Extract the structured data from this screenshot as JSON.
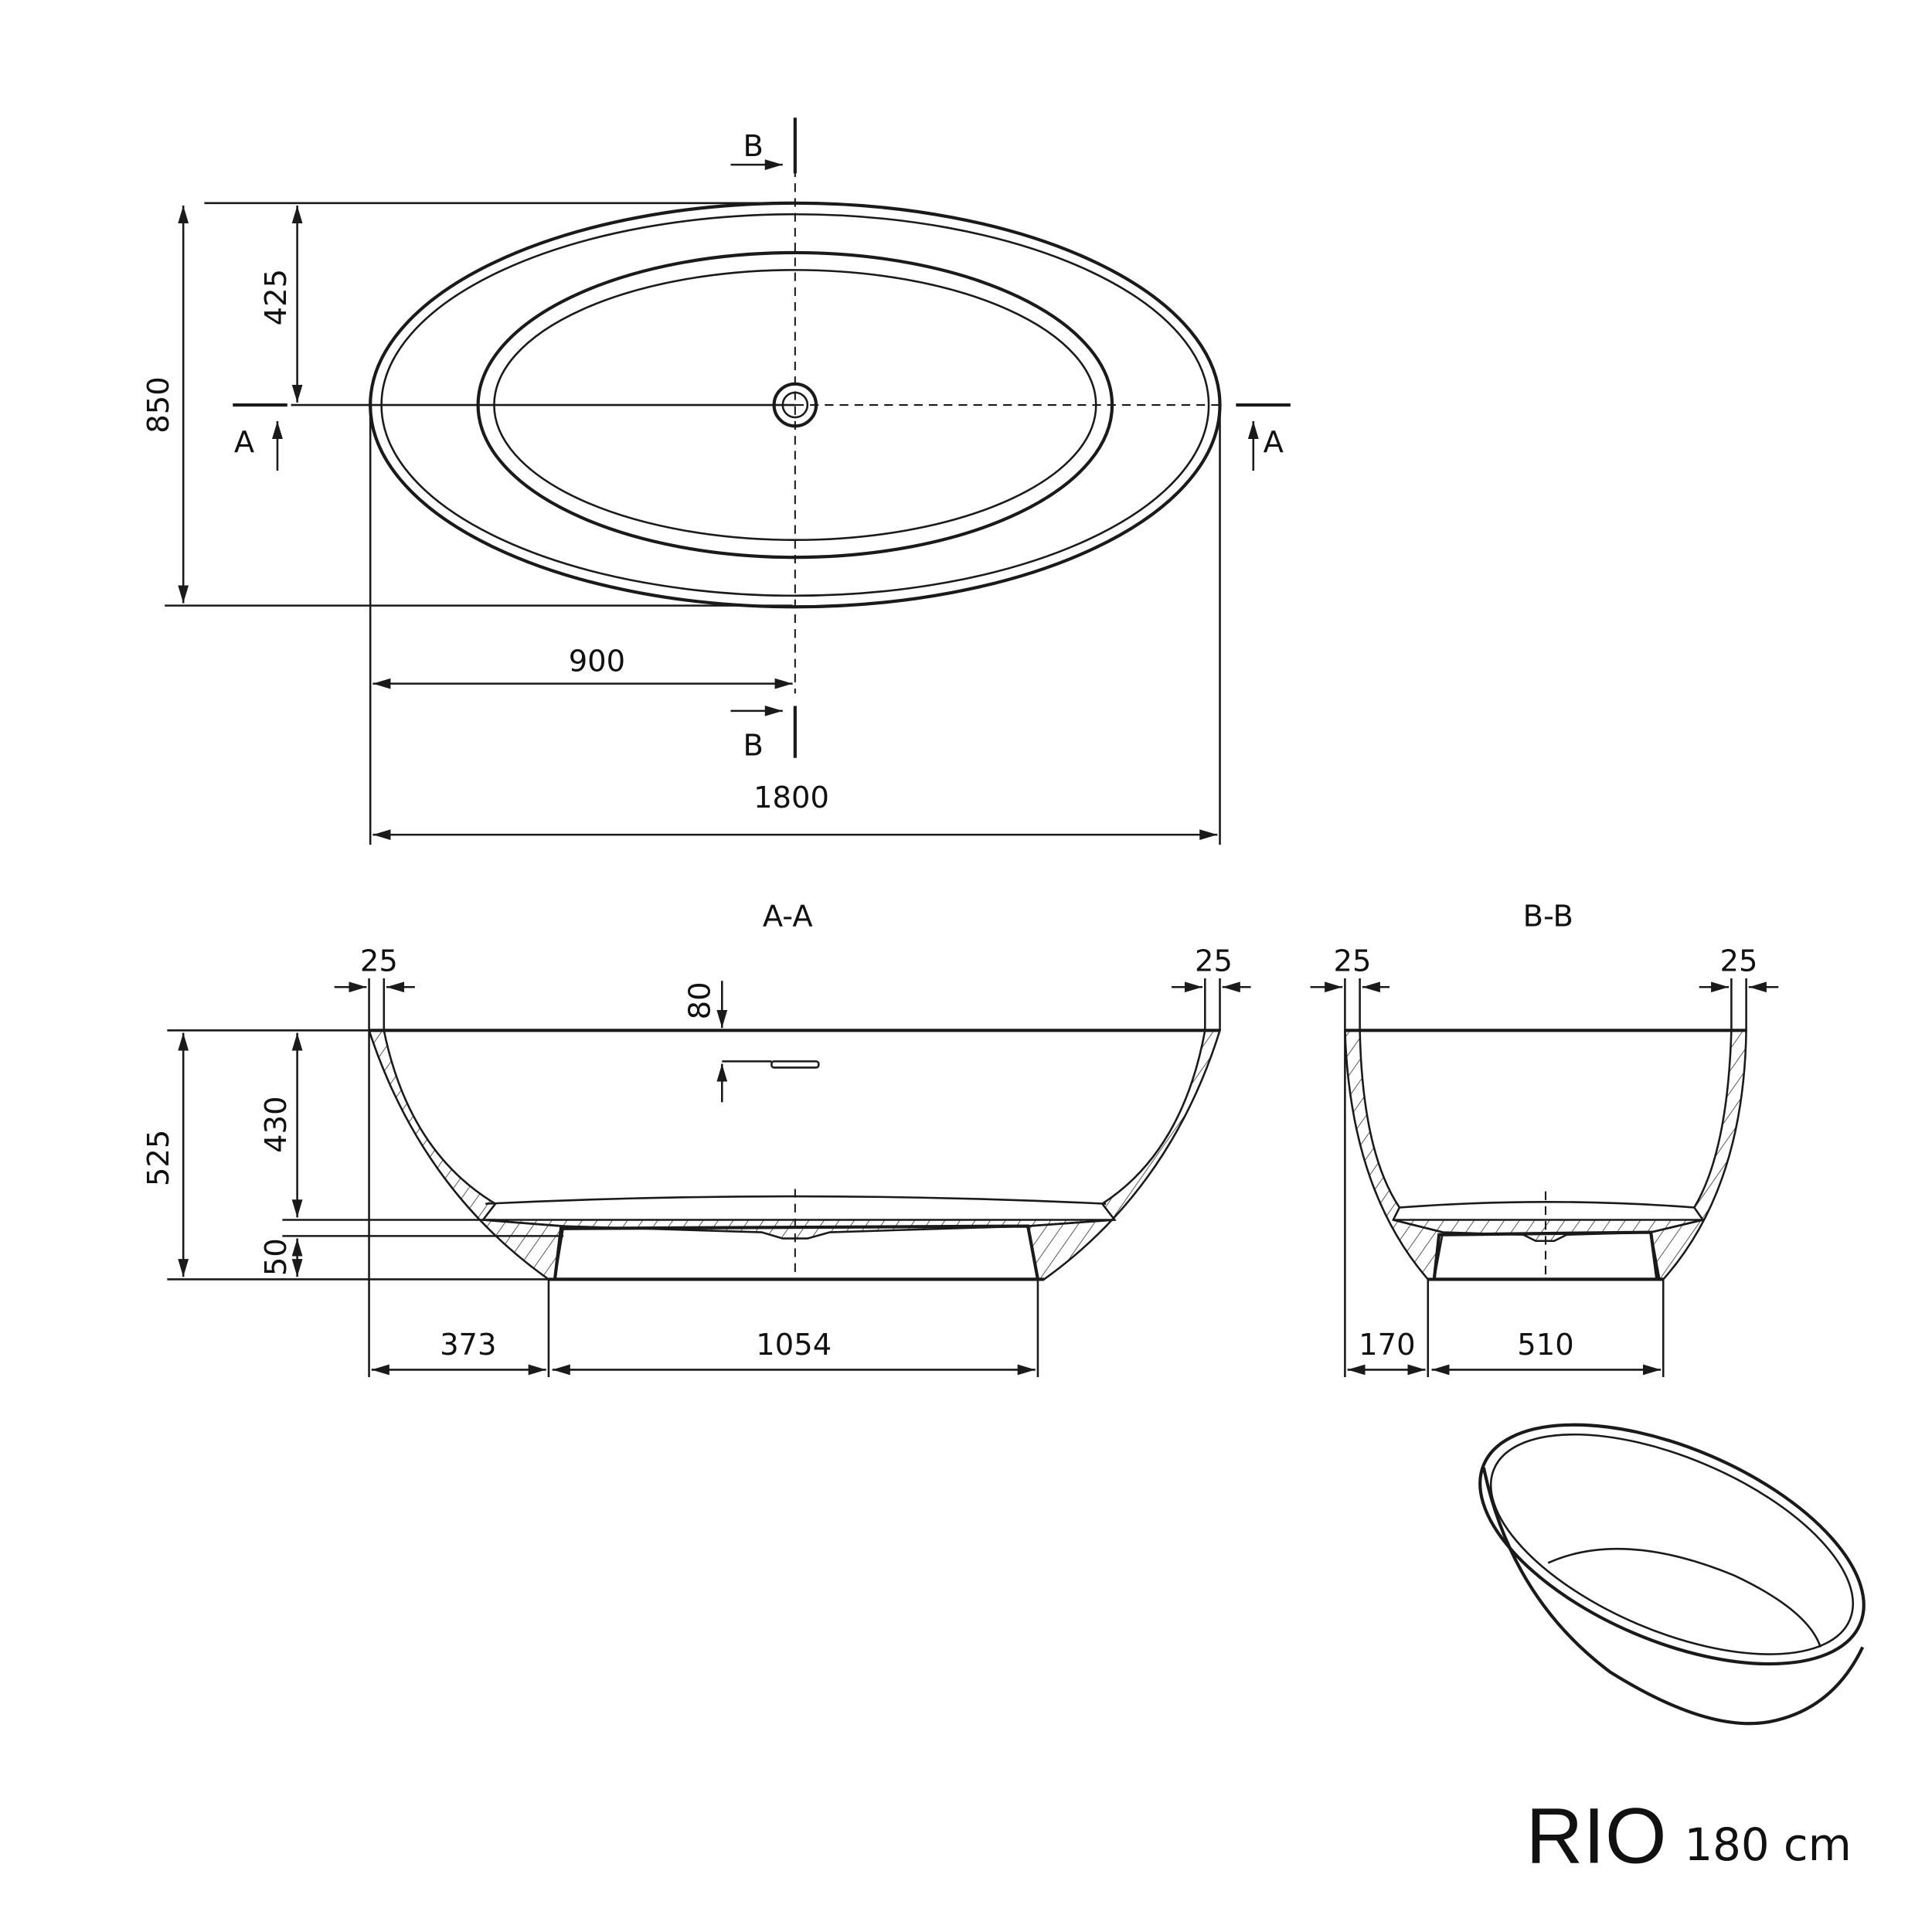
{
  "plan_view": {
    "dim_total_width": "1800",
    "dim_half_width": "900",
    "dim_total_depth": "850",
    "dim_half_depth": "425",
    "section_a_left": "A",
    "section_a_right": "A",
    "section_b_top": "B",
    "section_b_bottom": "B"
  },
  "section_aa": {
    "title": "A-A",
    "rim_left": "25",
    "rim_right": "25",
    "overflow_offset": "80",
    "total_height": "525",
    "inner_depth": "430",
    "base_thickness": "50",
    "edge_to_base": "373",
    "base_width": "1054"
  },
  "section_bb": {
    "title": "B-B",
    "rim_left": "25",
    "rim_right": "25",
    "edge_to_base": "170",
    "base_width": "510"
  },
  "product": {
    "name": "RIO",
    "size": "180 cm"
  },
  "colors": {
    "line": "#1a1a1a",
    "background": "#ffffff"
  }
}
